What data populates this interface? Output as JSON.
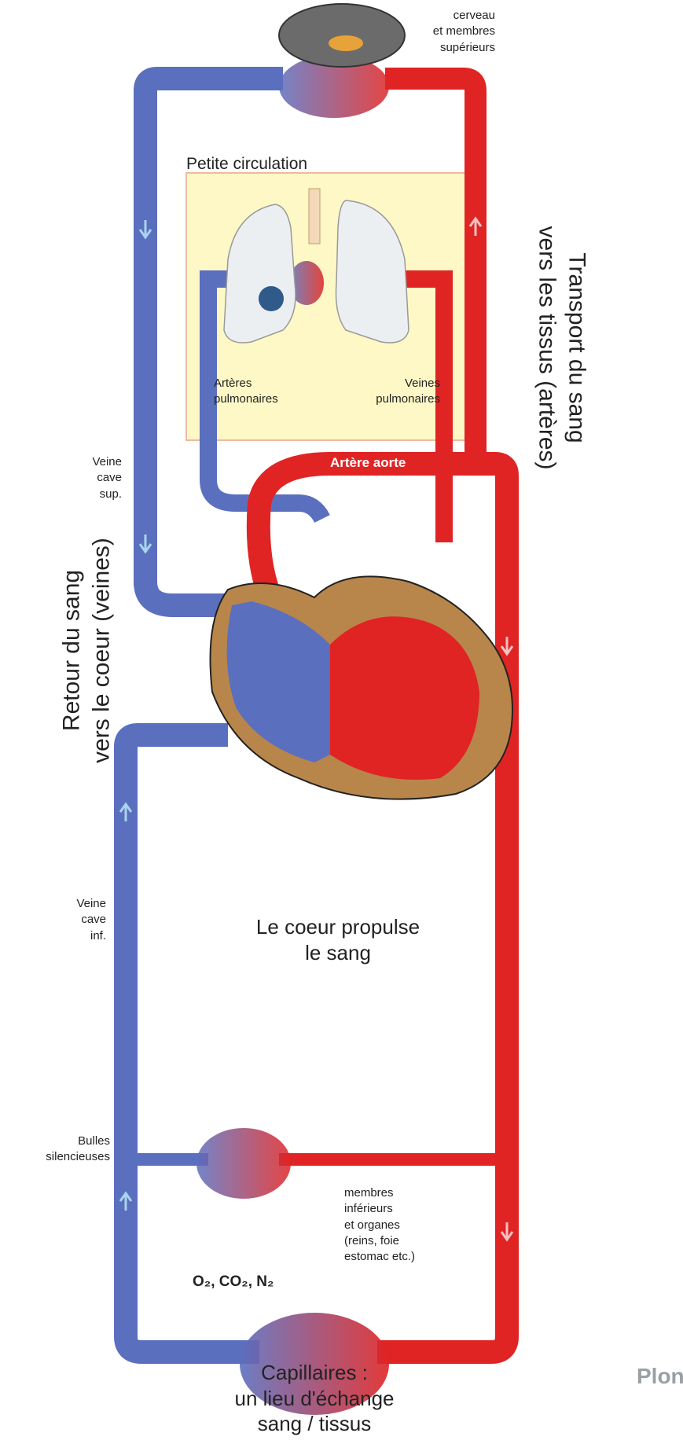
{
  "labels": {
    "cerveau_line1": "cerveau",
    "cerveau_line2": "et membres",
    "cerveau_line3": "supérieurs",
    "petite_circulation": "Petite circulation",
    "arteres_pulmonaires_line1": "Artères",
    "arteres_pulmonaires_line2": "pulmonaires",
    "veines_pulmonaires_line1": "Veines",
    "veines_pulmonaires_line2": "pulmonaires",
    "veine_cave_sup_line1": "Veine",
    "veine_cave_sup_line2": "cave",
    "veine_cave_sup_line3": "sup.",
    "artere_aorte": "Artère aorte",
    "retour_line1": "Retour du sang",
    "retour_line2": "vers le coeur (veines)",
    "transport_line1": "Transport du sang",
    "transport_line2": "vers les tissus (artères)",
    "coeur_line1": "Le coeur propulse",
    "coeur_line2": "le sang",
    "veine_cave_inf_line1": "Veine",
    "veine_cave_inf_line2": "cave",
    "veine_cave_inf_line3": "inf.",
    "bulles_line1": "Bulles",
    "bulles_line2": "silencieuses",
    "membres_inf_line1": "membres",
    "membres_inf_line2": "inférieurs",
    "membres_inf_line3": "et organes",
    "membres_inf_line4": "(reins, foie",
    "membres_inf_line5": "estomac etc.)",
    "gases": "O₂, CO₂, N₂",
    "capillaires_line1": "Capillaires :",
    "capillaires_line2": "un lieu d'échange",
    "capillaires_line3": "sang / tissus",
    "logo": "Plongé"
  },
  "colors": {
    "vein_blue": "#5b6fbf",
    "artery_red": "#e02424",
    "lung_box": "#fdf8c6",
    "heart_brown": "#b8864b",
    "light_arrow": "#a8d4ee"
  }
}
